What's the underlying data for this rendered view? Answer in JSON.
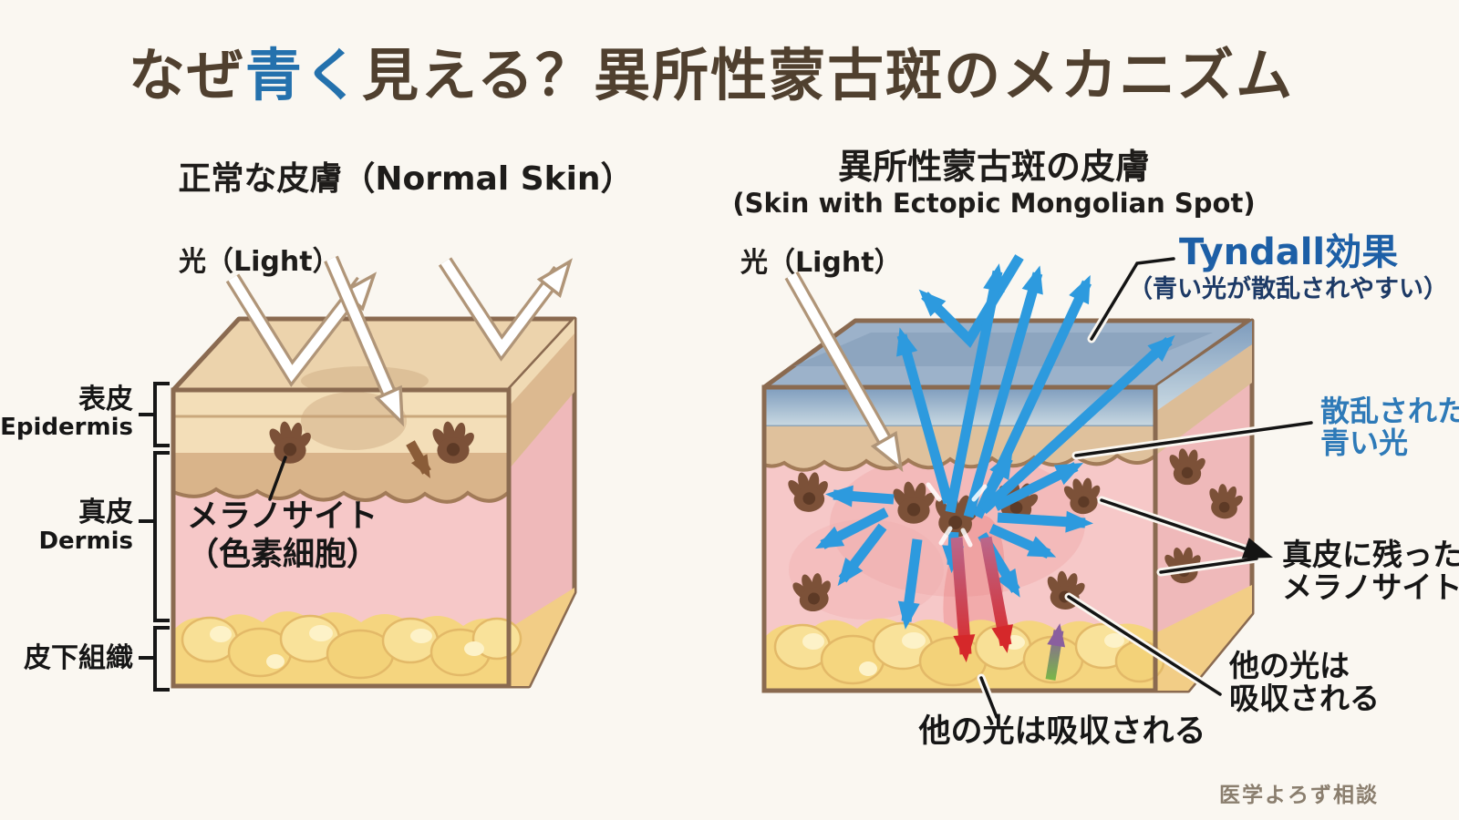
{
  "title": {
    "pre": "なぜ",
    "highlight": "青く",
    "post": "見える？異所性蒙古斑のメカニズム"
  },
  "left_panel": {
    "heading": "正常な皮膚（Normal Skin）",
    "light_label": "光（Light）",
    "melanocyte_label_line1": "メラノサイト",
    "melanocyte_label_line2": "（色素細胞）",
    "layers": [
      {
        "ja": "表皮",
        "en": "Epidermis"
      },
      {
        "ja": "真皮",
        "en": "Dermis"
      },
      {
        "ja": "皮下組織",
        "en": ""
      }
    ]
  },
  "right_panel": {
    "heading_ja": "異所性蒙古斑の皮膚",
    "heading_en": "(Skin with Ectopic Mongolian Spot)",
    "light_label": "光（Light）",
    "tyndall_title": "Tyndall効果",
    "tyndall_sub": "（青い光が散乱されやすい）",
    "scattered_line1": "散乱された",
    "scattered_line2": "青い光",
    "dermal_melanocyte_line1": "真皮に残った",
    "dermal_melanocyte_line2": "メラノサイト",
    "absorbed_side_line1": "他の光は",
    "absorbed_side_line2": "吸収される",
    "absorbed_bottom": "他の光は吸収される"
  },
  "watermark": "医学よろず相談",
  "colors": {
    "title_brown": "#50402f",
    "accent_blue": "#2471ad",
    "arrow_blue": "#2d9ade",
    "label_blue": "#2e7ab8",
    "tyndall_navy": "#1d3a66",
    "absorbed_red": "#d5282a",
    "skin_tan": "#ecd3ac",
    "dermis_pink": "#f6c8c8",
    "fat_yellow": "#f5d57f",
    "melanocyte_brown": "#7c5138"
  }
}
